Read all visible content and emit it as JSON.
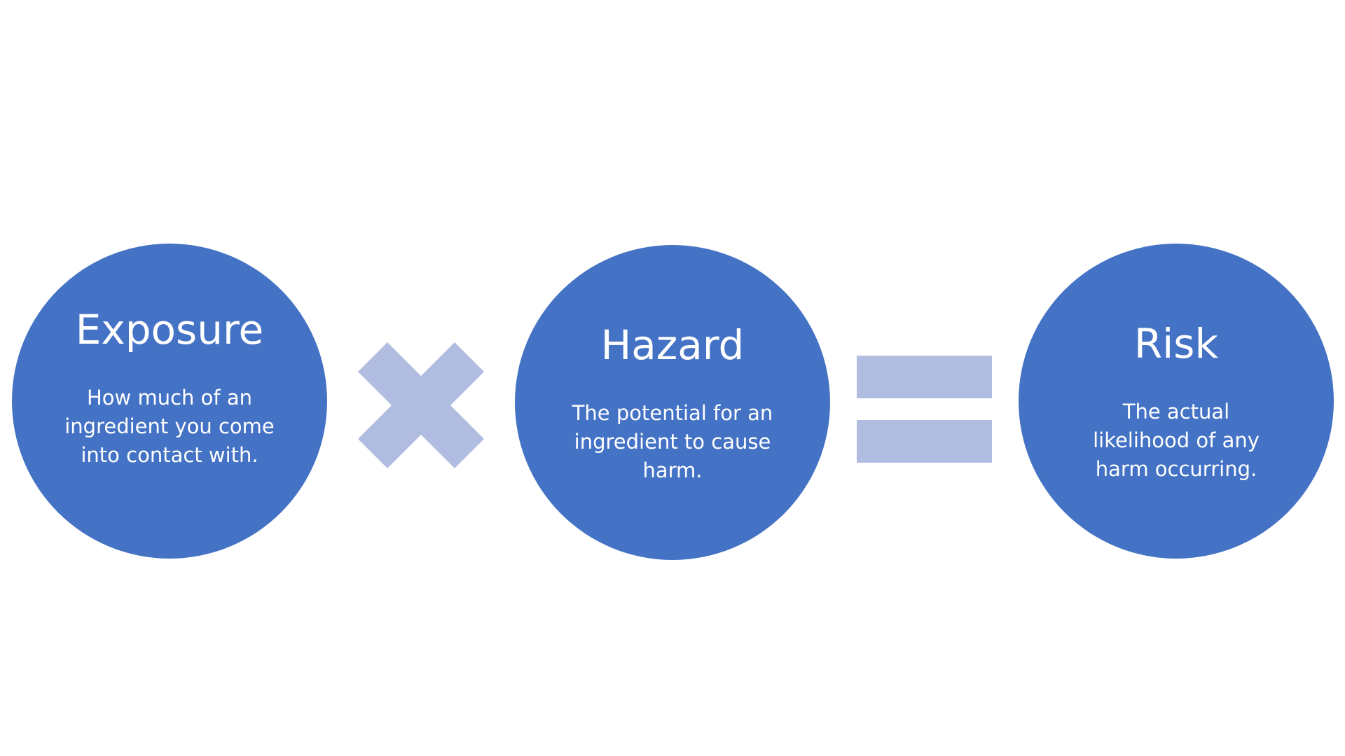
{
  "diagram": {
    "type": "equation",
    "colors": {
      "circle_fill": "#4472c4",
      "operator_fill": "#b0bde0",
      "text": "#ffffff",
      "background": "#ffffff"
    },
    "terms": [
      {
        "title": "Exposure",
        "description": "How much of an ingredient you come into contact with."
      },
      {
        "title": "Hazard",
        "description": "The potential for an ingredient to cause harm."
      },
      {
        "title": "Risk",
        "description": "The actual likelihood of any harm occurring."
      }
    ],
    "operators": [
      {
        "symbol": "×",
        "name": "multiply"
      },
      {
        "symbol": "=",
        "name": "equals"
      }
    ]
  }
}
